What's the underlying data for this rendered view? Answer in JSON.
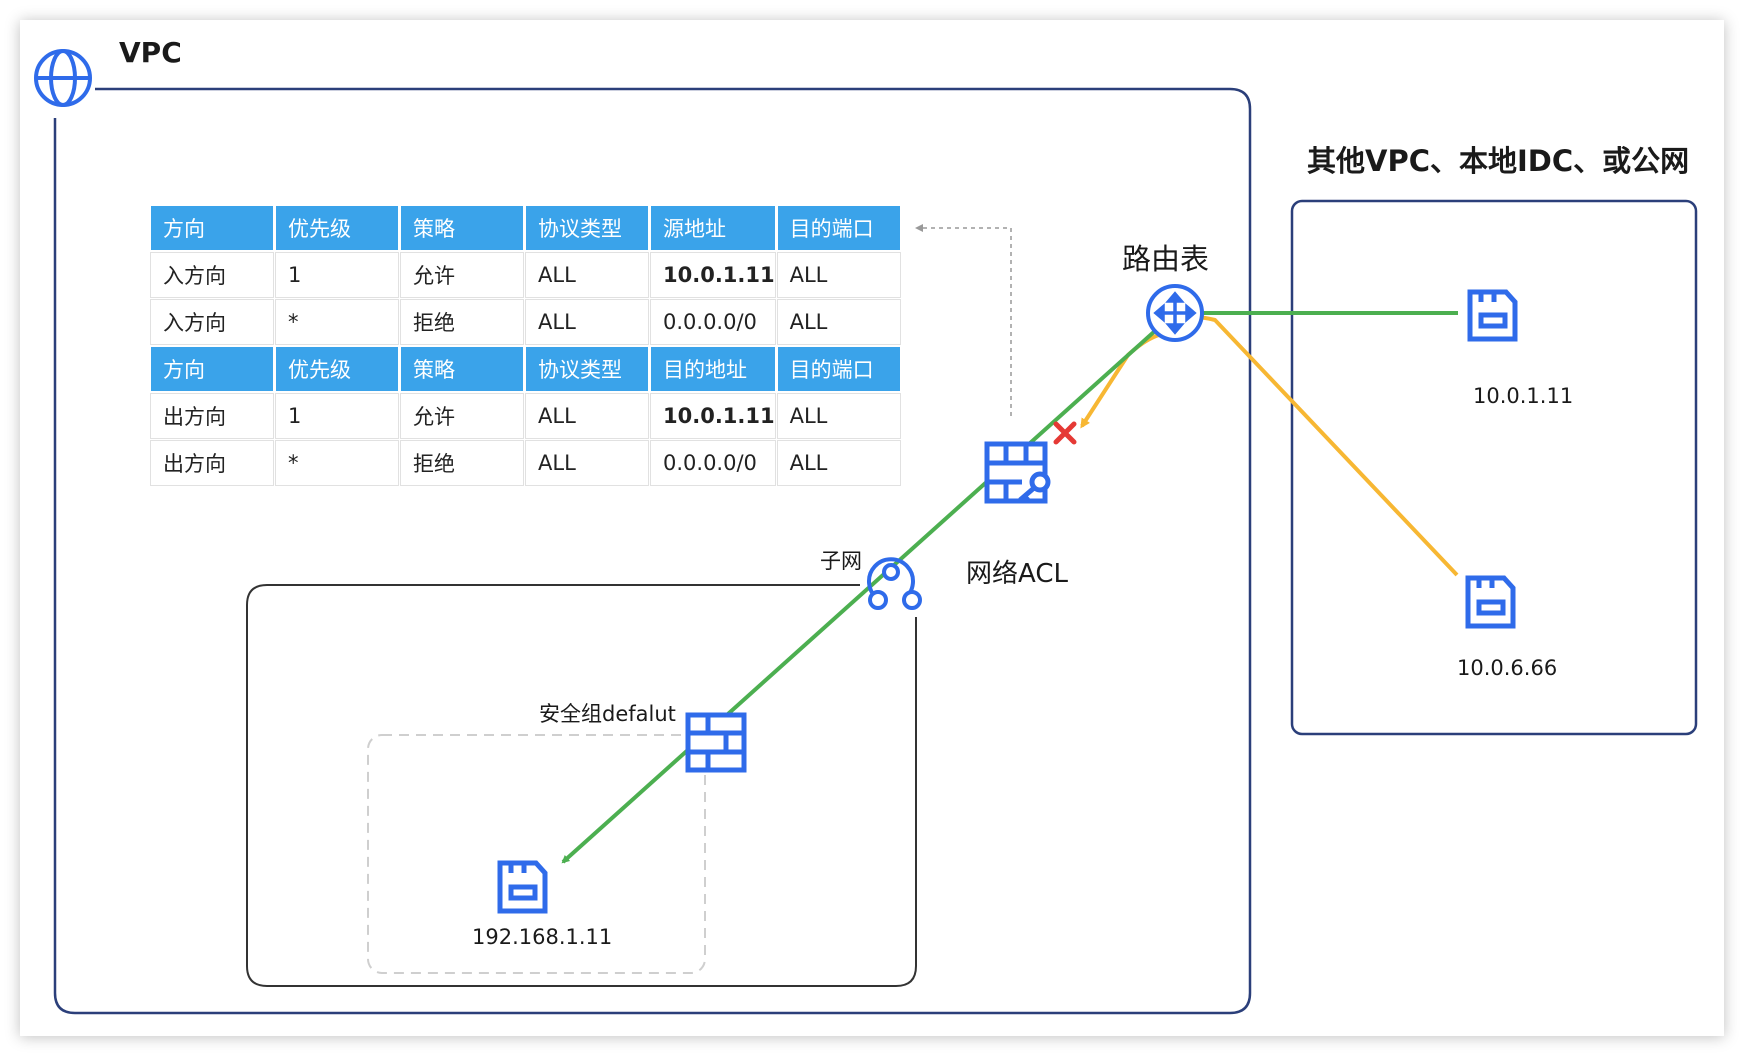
{
  "titles": {
    "vpc": "VPC",
    "other": "其他VPC、本地IDC、或公网"
  },
  "labels": {
    "route_table": "路由表",
    "network_acl": "网络ACL",
    "subnet": "子网",
    "security_group": "安全组defalut"
  },
  "hosts": {
    "remote_1": "10.0.1.11",
    "remote_2": "10.0.6.66",
    "local": "192.168.1.11"
  },
  "acl_table": {
    "inbound_header": [
      "方向",
      "优先级",
      "策略",
      "协议类型",
      "源地址",
      "目的端口"
    ],
    "inbound_rows": [
      [
        "入方向",
        "1",
        "允许",
        "ALL",
        "10.0.1.11",
        "ALL"
      ],
      [
        "入方向",
        "*",
        "拒绝",
        "ALL",
        "0.0.0.0/0",
        "ALL"
      ]
    ],
    "outbound_header": [
      "方向",
      "优先级",
      "策略",
      "协议类型",
      "目的地址",
      "目的端口"
    ],
    "outbound_rows": [
      [
        "出方向",
        "1",
        "允许",
        "ALL",
        "10.0.1.11",
        "ALL"
      ],
      [
        "出方向",
        "*",
        "拒绝",
        "ALL",
        "0.0.0.0/0",
        "ALL"
      ]
    ]
  },
  "colors": {
    "accent_blue": "#2f6bea",
    "border_navy": "#2b3f7a",
    "allowed_path": "#4caf50",
    "blocked_path": "#f7b733",
    "deny_mark": "#e53935",
    "table_header": "#3aa3ea"
  },
  "icons": [
    "globe-icon",
    "router-icon",
    "server-icon",
    "firewall-icon",
    "acl-firewall-icon",
    "subnet-icon",
    "deny-x-icon"
  ]
}
